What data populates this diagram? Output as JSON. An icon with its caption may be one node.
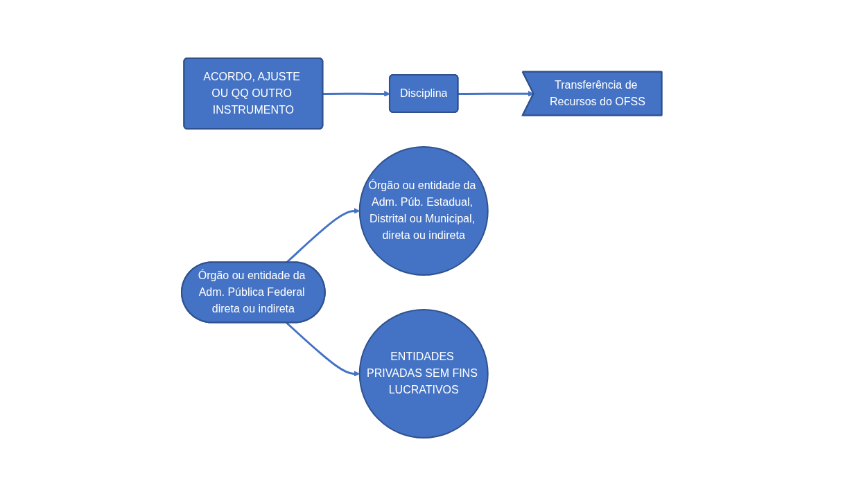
{
  "diagram": {
    "nodes": [
      {
        "text": [
          "ACORDO, AJUSTE OU QQ OUTRO INSTRUMENTO"
        ]
      },
      {
        "text": [
          "Disciplina"
        ]
      },
      {
        "text": [
          "Transferência de Recursos do OFSS"
        ]
      },
      {
        "text": [
          "Órgão ou entidade da Adm. Pública Federal direta ou indireta"
        ]
      },
      {
        "text": [
          "Órgão ou entidade da Adm. Púb. Estadual, Distrital ou Municipal, direta ou indireta"
        ]
      },
      {
        "text": [
          "ENTIDADES PRIVADAS SEM FINS LUCRATIVOS"
        ]
      }
    ],
    "edges": [
      {
        "from": 0,
        "to": 1,
        "arrow": "to"
      },
      {
        "from": 1,
        "to": 2,
        "arrow": "to"
      },
      {
        "from": 3,
        "to": 4,
        "arrow": "to"
      },
      {
        "from": 3,
        "to": 5,
        "arrow": "to"
      }
    ]
  }
}
